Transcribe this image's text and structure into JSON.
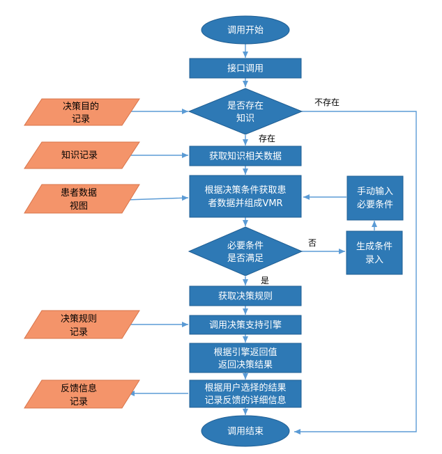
{
  "colors": {
    "process": "#2E79B5",
    "terminal": "#2E79B5",
    "decision": "#2E79B5",
    "io": "#F4946A",
    "connector": "#5B9BD5"
  },
  "nodes": {
    "start": "调用开始",
    "api_call": "接口调用",
    "knowledge_exists": [
      "是否存在",
      "知识"
    ],
    "get_knowledge": "获取知识相关数据",
    "get_patient": [
      "根据决策条件获取患",
      "者数据并组成VMR"
    ],
    "required_met": [
      "必要条件",
      "是否满足"
    ],
    "get_rules": "获取决策规则",
    "call_engine": "调用决策支持引擎",
    "return_result": [
      "根据引擎返回值",
      "返回决策结果"
    ],
    "record_feedback": [
      "根据用户选择的结果",
      "记录反馈的详细信息"
    ],
    "end": "调用结束",
    "generate_entry": [
      "生成条件",
      "录入"
    ],
    "manual_input": [
      "手动输入",
      "必要条件"
    ]
  },
  "inputs": {
    "decision_target": [
      "决策目的",
      "记录"
    ],
    "knowledge_record": [
      "知识记录"
    ],
    "patient_view": [
      "患者数据",
      "视图"
    ],
    "rule_record": [
      "决策规则",
      "记录"
    ],
    "feedback_record": [
      "反馈信息",
      "记录"
    ]
  },
  "edge_labels": {
    "not_exists": "不存在",
    "exists": "存在",
    "no": "否",
    "yes": "是"
  }
}
